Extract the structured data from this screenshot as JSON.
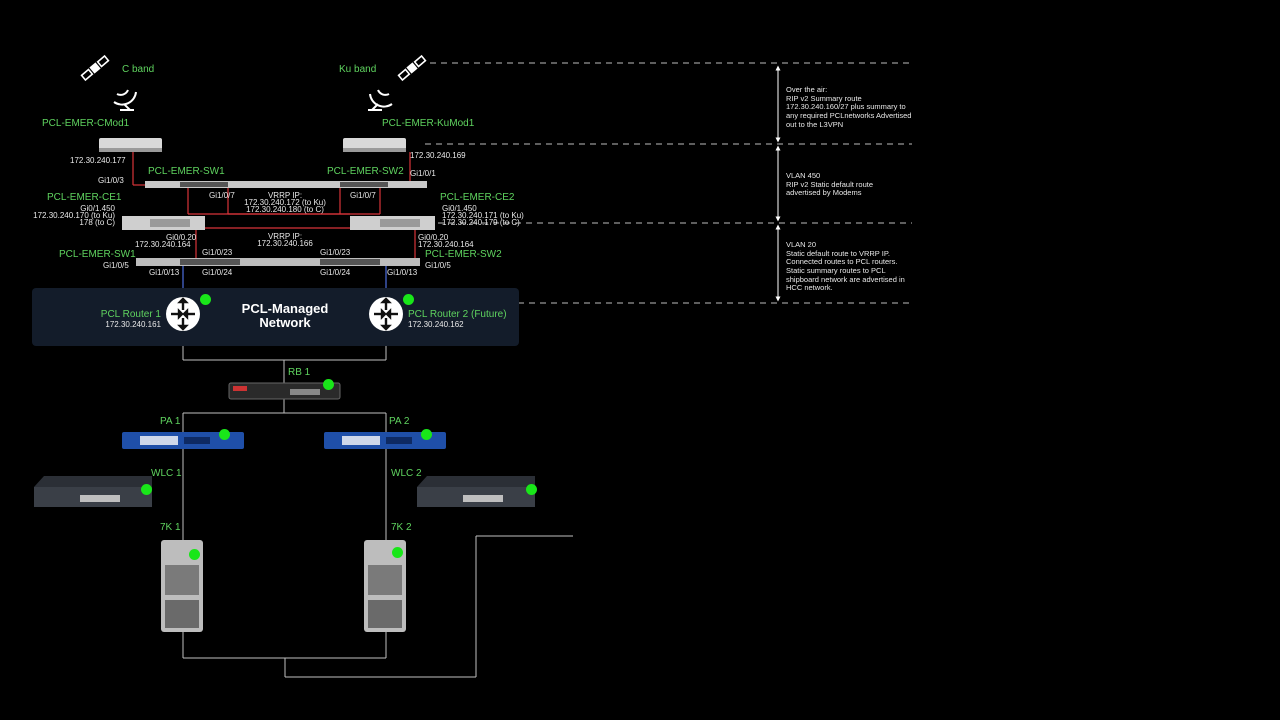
{
  "satellites": {
    "c_band": "C band",
    "ku_band": "Ku band"
  },
  "modems": {
    "c": {
      "name": "PCL-EMER-CMod1",
      "ip": "172.30.240.177"
    },
    "ku": {
      "name": "PCL-EMER-KuMod1",
      "ip": "172.30.240.169"
    }
  },
  "upper_switches": {
    "sw1": {
      "name": "PCL-EMER-SW1",
      "port_left": "Gi1/0/3",
      "port_down": "Gi1/0/7"
    },
    "sw2": {
      "name": "PCL-EMER-SW2",
      "port_right": "Gi1/0/1",
      "port_down": "Gi1/0/7"
    }
  },
  "vrrp_upper": {
    "label": "VRRP IP:",
    "ku": "172.30.240.172 (to Ku)",
    "c": "172.30.240.180 (to C)"
  },
  "ce1": {
    "name": "PCL-EMER-CE1",
    "intf": "Gi0/1.450",
    "ip_ku": "172.30.240.170 (to Ku)",
    "ip_c": "178 (to C)",
    "intf_low": "Gi0/0.20",
    "ip_low": "172.30.240.164"
  },
  "ce2": {
    "name": "PCL-EMER-CE2",
    "intf": "Gi0/1.450",
    "ip_ku": "172.30.240.171 (to Ku)",
    "ip_c": "172.30.240.179 (to C)",
    "intf_low": "Gi0/0.20",
    "ip_low": "172.30.240.164"
  },
  "vrrp_lower": {
    "label": "VRRP IP:",
    "ip": "172.30.240.166"
  },
  "lower_switches": {
    "sw1": {
      "name": "PCL-EMER-SW1",
      "p_left": "Gi1/0/5",
      "p_23": "Gi1/0/23",
      "p_13": "Gi1/0/13",
      "p_24": "Gi1/0/24"
    },
    "sw2": {
      "name": "PCL-EMER-SW2",
      "p_right": "Gi1/0/5",
      "p_23": "Gi1/0/23",
      "p_13": "Gi1/0/13",
      "p_24": "Gi1/0/24"
    }
  },
  "network": {
    "label": "PCL-Managed Network",
    "router1": {
      "name": "PCL Router 1",
      "ip": "172.30.240.161"
    },
    "router2": {
      "name": "PCL Router 2 (Future)",
      "ip": "172.30.240.162"
    }
  },
  "devices": {
    "rb1": "RB 1",
    "pa1": "PA 1",
    "pa2": "PA 2",
    "wlc1": "WLC 1",
    "wlc2": "WLC 2",
    "k7_1": "7K 1",
    "k7_2": "7K 2"
  },
  "annotations": [
    "Over the air:\nRIP v2 Summary route 172.30.240.160/27 plus summary to any required PCLnetworks Advertised out to the L3VPN",
    "VLAN 450\nRIP v2 Static default route advertised by Modems",
    "VLAN 20\nStatic default route to VRRP IP. Connected routes to PCL routers. Static summary routes to PCL shipboard network are advertised in HCC network."
  ],
  "colors": {
    "label_green": "#5fd35f",
    "status_green": "#19e619",
    "red_link": "#d8343a",
    "blue_link": "#4d6fe0",
    "panel": "#131c2a"
  }
}
